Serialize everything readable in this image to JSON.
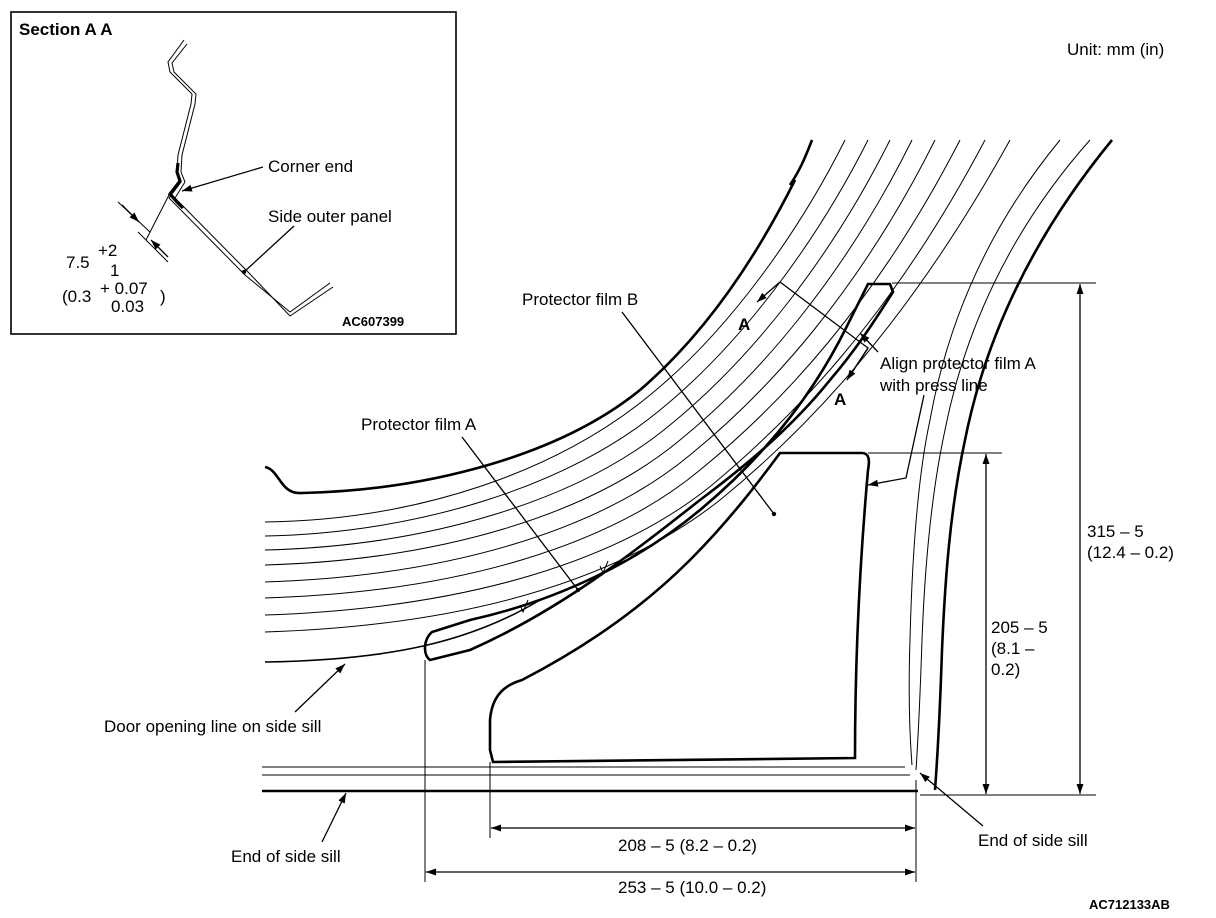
{
  "unit_label": "Unit: mm  (in)",
  "inset": {
    "title": "Section A   A",
    "corner_end": "Corner end",
    "side_outer_panel": "Side outer panel",
    "dim_base": "7.5",
    "dim_plus": "+2",
    "dim_minus": "1",
    "dim_in_open": "(0.3",
    "dim_in_plus": "+ 0.07",
    "dim_in_minus": "0.03",
    "dim_in_close": ")",
    "code": "AC607399"
  },
  "labels": {
    "protector_film_b": "Protector film B",
    "protector_film_a": "Protector film A",
    "section_mark": "A",
    "align_line1": "Align protector film A",
    "align_line2": "with press line",
    "door_opening_line": "Door opening line on side sill",
    "end_of_side_sill_left": "End of side sill",
    "end_of_side_sill_right": "End of side sill"
  },
  "dimensions": {
    "d315_line1": "315 – 5",
    "d315_line2": "(12.4 – 0.2)",
    "d205_line1": "205 – 5",
    "d205_line2": "(8.1 –",
    "d205_line3": "0.2)",
    "d208": "208 – 5 (8.2 – 0.2)",
    "d253": "253 – 5 (10.0 – 0.2)"
  },
  "figure_code": "AC712133AB"
}
